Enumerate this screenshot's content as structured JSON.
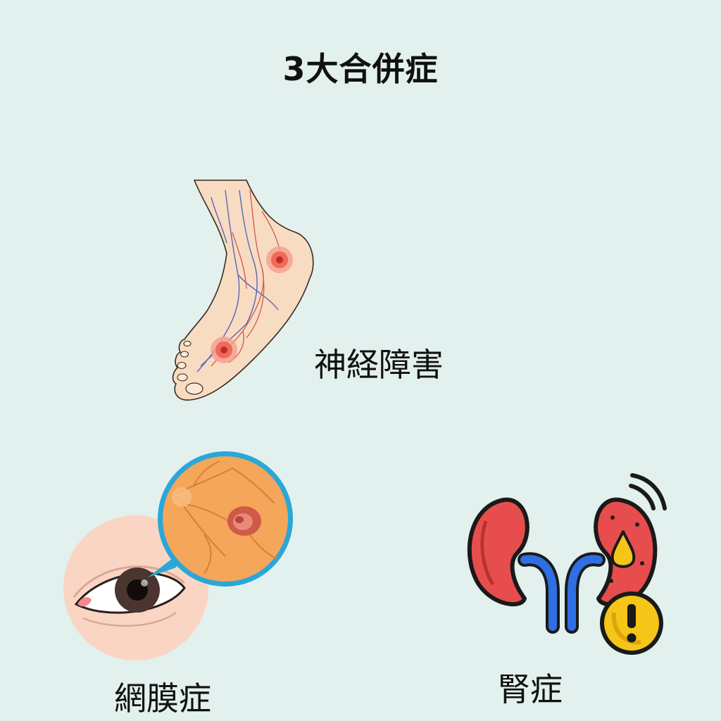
{
  "title": "3大合併症",
  "complications": [
    {
      "label": "神経障害",
      "icon": "foot-icon"
    },
    {
      "label": "網膜症",
      "icon": "eye-retina-icon"
    },
    {
      "label": "腎症",
      "icon": "kidney-icon"
    }
  ]
}
